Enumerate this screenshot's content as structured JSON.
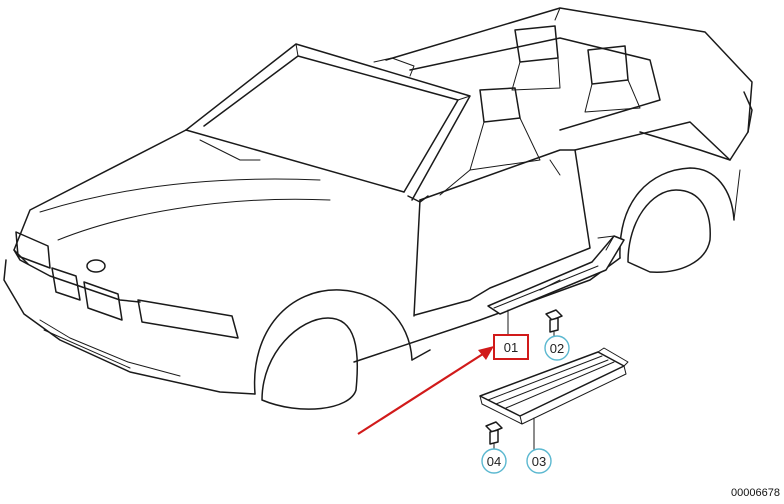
{
  "diagram": {
    "callouts": [
      {
        "id": "01",
        "label": "01",
        "style": "highlighted-box"
      },
      {
        "id": "02",
        "label": "02",
        "style": "circle"
      },
      {
        "id": "03",
        "label": "03",
        "style": "circle"
      },
      {
        "id": "04",
        "label": "04",
        "style": "circle"
      }
    ],
    "reference_number": "00006678",
    "colors": {
      "line": "#1a1a1a",
      "circle_stroke": "#5bb8d0",
      "highlight": "#d11a1a"
    },
    "icons": [
      "car-convertible-drawing",
      "sill-strip-part",
      "clip-fastener",
      "arrow-pointer"
    ]
  }
}
